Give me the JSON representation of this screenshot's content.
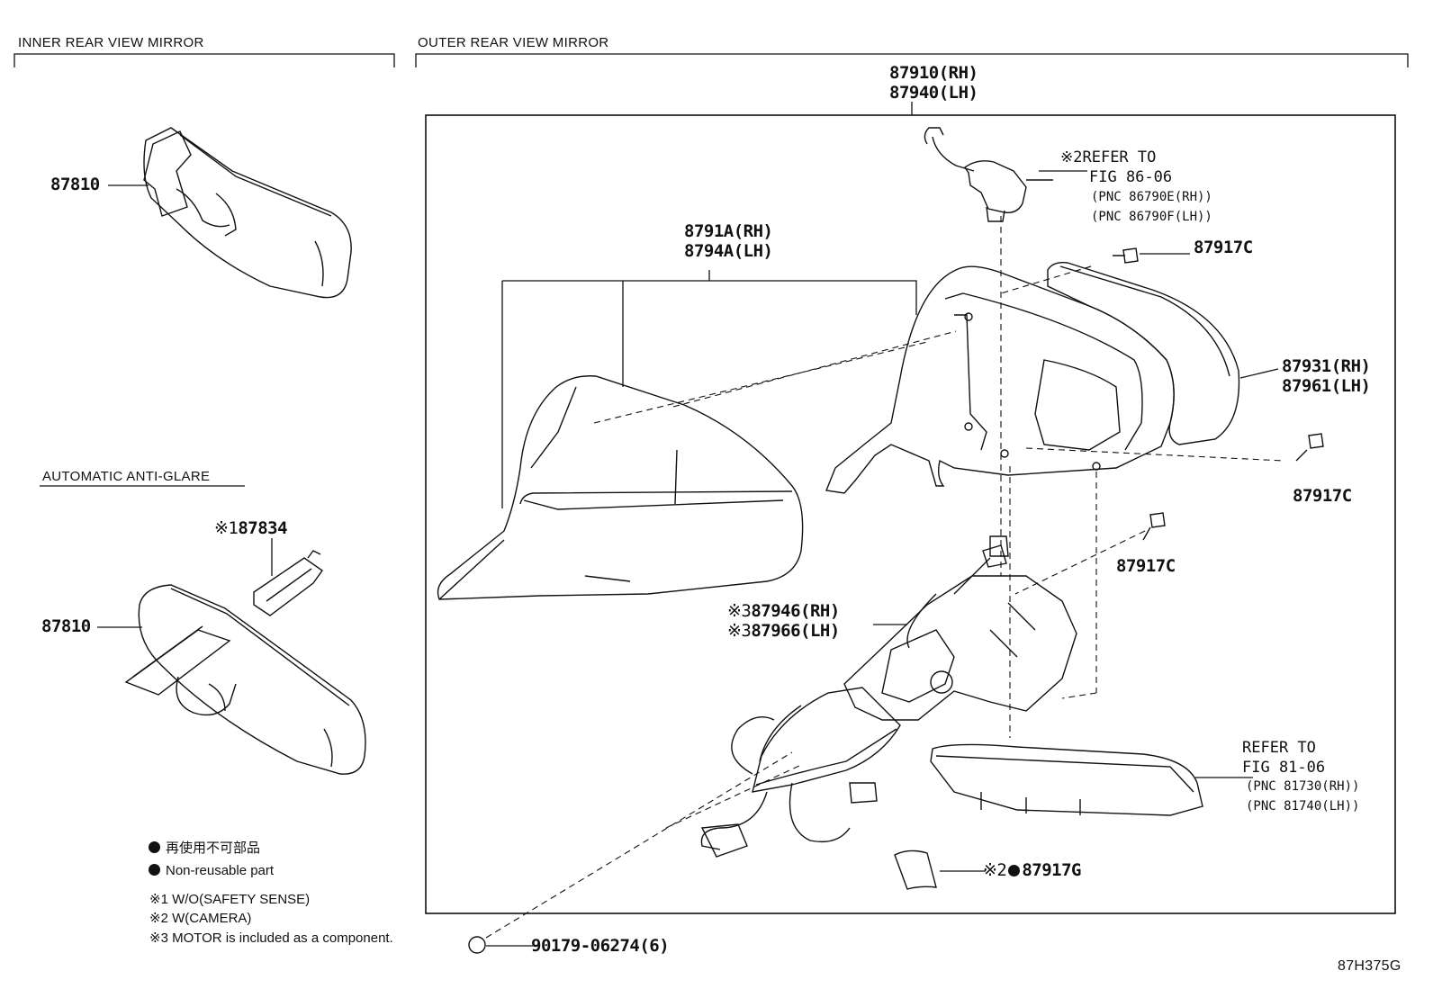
{
  "sections": {
    "inner": "INNER REAR VIEW MIRROR",
    "outer": "OUTER REAR VIEW MIRROR",
    "anti_glare": "AUTOMATIC ANTI-GLARE"
  },
  "parts": {
    "inner_mirror_1": "87810",
    "inner_mirror_2": "87810",
    "cover_87834": "87834",
    "outer_rh": "87910(RH)",
    "outer_lh": "87940(LH)",
    "cover_rh": "8791A(RH)",
    "cover_lh": "8794A(LH)",
    "screw_a": "87917C",
    "screw_b": "87917C",
    "screw_c": "87917C",
    "mirror_rh": "87931(RH)",
    "mirror_lh": "87961(LH)",
    "motor_rh": "87946(RH)",
    "motor_lh": "87966(LH)",
    "seal": "87917G",
    "clip": "90179-06274(6)"
  },
  "marks": {
    "m1": "※1",
    "m2": "※2",
    "m3": "※3"
  },
  "refs": {
    "camera": {
      "l1": "REFER TO",
      "l2": "FIG 86-06",
      "p1": "(PNC 86790E(RH))",
      "p2": "(PNC 86790F(LH))"
    },
    "turn": {
      "l1": "REFER TO",
      "l2": "FIG 81-06",
      "p1": "(PNC 81730(RH))",
      "p2": "(PNC 81740(LH))"
    }
  },
  "legend": {
    "jp": "再使用不可部品",
    "en": "Non-reusable part",
    "n1": "※1 W/O(SAFETY SENSE)",
    "n2": "※2 W(CAMERA)",
    "n3": "※3 MOTOR is included as a component."
  },
  "figure_code": "87H375G"
}
